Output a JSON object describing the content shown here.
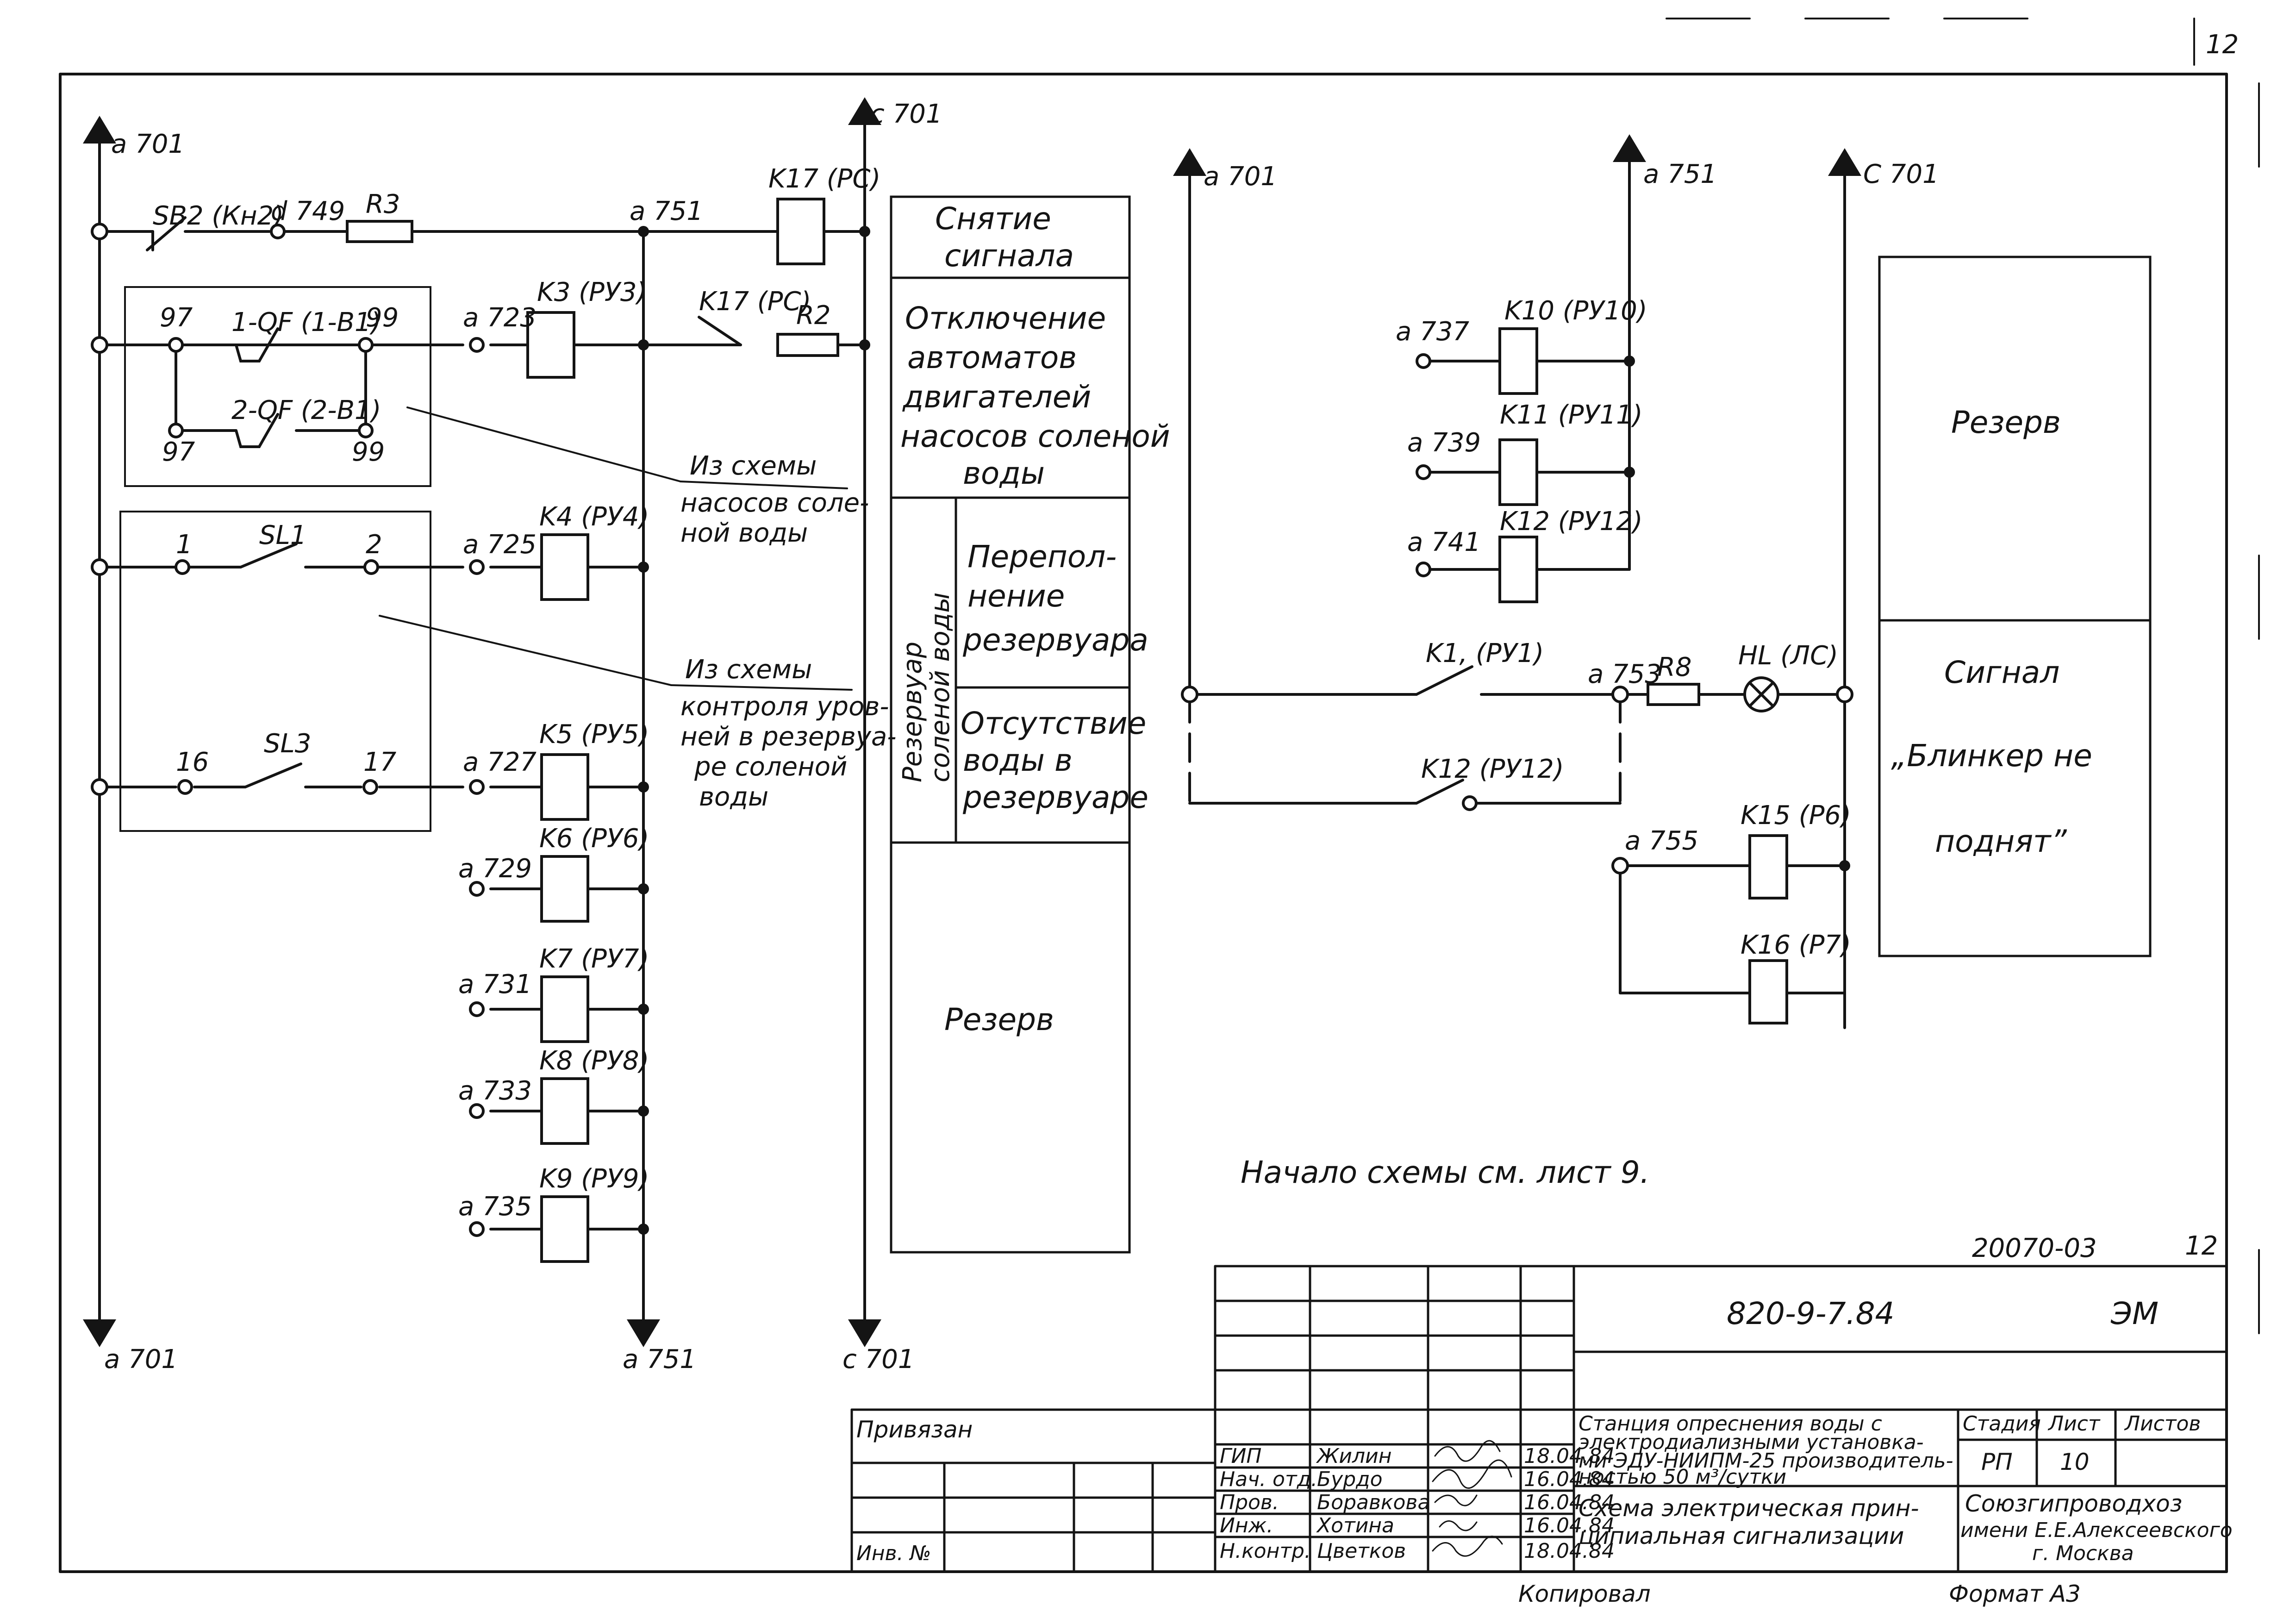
{
  "sheet": {
    "corner_number": "12",
    "start_note": "Начало схемы см. лист 9."
  },
  "buses": {
    "left_top": "a 701",
    "left_bottom": "a 701",
    "mid_bottom": "a 751",
    "right_top": "c 701",
    "right_bottom": "c 701"
  },
  "left_circuit": {
    "sb2": "SB2 (Кн2)",
    "node_749": "d 749",
    "r3": "R3",
    "node_751": "a 751",
    "k17_coil": "K17 (РС)",
    "qf1": "1-QF (1-B1)",
    "qf2": "2-QF (2-B1)",
    "t97a": "97",
    "t99a": "99",
    "t97b": "97",
    "t99b": "99",
    "node_723": "a 723",
    "k3": "K3 (РУ3)",
    "k17_contact": "K17 (РС)",
    "r2": "R2",
    "sl1": "SL1",
    "t1": "1",
    "t2": "2",
    "node_725": "a 725",
    "k4": "K4 (РУ4)",
    "sl3": "SL3",
    "t16": "16",
    "t17": "17",
    "node_727": "a 727",
    "k5": "K5 (РУ5)",
    "node_729": "a 729",
    "k6": "K6 (РУ6)",
    "node_731": "a 731",
    "k7": "K7 (РУ7)",
    "node_733": "a 733",
    "k8": "K8 (РУ8)",
    "node_735": "a 735",
    "k9": "K9 (РУ9)"
  },
  "notes": {
    "note1": [
      "Из схемы",
      "насосов соле-",
      "ной воды"
    ],
    "note2": [
      "Из схемы",
      "контроля уров-",
      "ней в резервуа-",
      "ре соленой",
      "воды"
    ]
  },
  "legend_column": {
    "cell1": [
      "Снятие",
      "сигнала"
    ],
    "cell2": [
      "Отключение",
      "автоматов",
      "двигателей",
      "насосов соленой",
      "воды"
    ],
    "group": [
      "Резервуар",
      "соленой воды"
    ],
    "cell3": [
      "Перепол-",
      "нение",
      "резервуара"
    ],
    "cell4": [
      "Отсутствие",
      "воды в",
      "резервуаре"
    ],
    "cell5": "Резерв"
  },
  "right_circuit": {
    "bus_a701": "a 701",
    "bus_a751": "a 751",
    "bus_c701": "C 701",
    "node_737": "a 737",
    "k10": "K10 (РУ10)",
    "node_739": "a 739",
    "k11": "K11 (РУ11)",
    "node_741": "a 741",
    "k12": "K12 (РУ12)",
    "k1": "K1, (РУ1)",
    "node_753": "a 753",
    "r8": "R8",
    "hl": "HL (ЛС)",
    "k12_contact": "K12 (РУ12)",
    "node_755": "a 755",
    "k15": "K15 (Р6)",
    "k16": "K16 (Р7)"
  },
  "right_legend": {
    "cell1": "Резерв",
    "cell2": [
      "Сигнал",
      "„Блинкер не",
      "поднят”"
    ]
  },
  "title_block": {
    "sheet_code": "20070-03",
    "sheet_no": "12",
    "doc_number": "820-9-7.84",
    "doc_type": "ЭМ",
    "privyazan": "Привязан",
    "inv_no": "Инв. №",
    "roles": [
      "ГИП",
      "Нач. отд.",
      "Пров.",
      "Инж.",
      "Н.контр."
    ],
    "names": [
      "Жилин",
      "Бурдо",
      "Боравкова",
      "Хотина",
      "Цветков"
    ],
    "dates": [
      "18.04.84",
      "16.04.84",
      "16.04.84",
      "16.04.84",
      "18.04.84"
    ],
    "project_title": [
      "Станция опреснения воды с",
      "электродиализными установка-",
      "ми ЭДУ-НИИПМ-25 производитель-",
      "ностью 50 м³/сутки"
    ],
    "drawing_title": [
      "Схема электрическая прин-",
      "ципиальная сигнализации"
    ],
    "stage_header": "Стадия",
    "sheet_header": "Лист",
    "sheets_header": "Листов",
    "stage": "РП",
    "sheet": "10",
    "sheets": "",
    "org": [
      "Союзгипроводхоз",
      "имени Е.Е.Алексеевского",
      "г. Москва"
    ],
    "copied": "Копировал",
    "format": "Формат A3"
  }
}
